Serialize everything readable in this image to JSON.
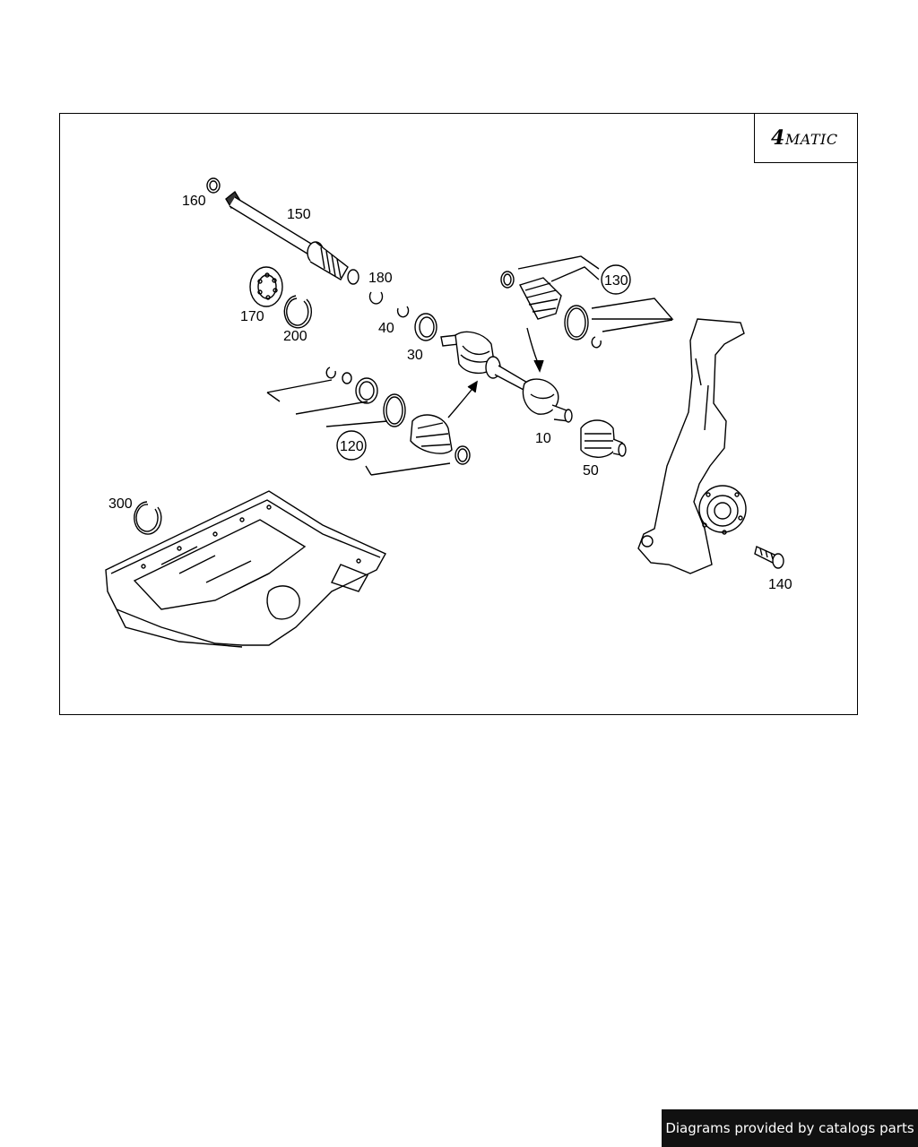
{
  "badge": {
    "number": "4",
    "text": "MATIC"
  },
  "callouts": {
    "c160": "160",
    "c150": "150",
    "c180": "180",
    "c170": "170",
    "c200": "200",
    "c40": "40",
    "c30": "30",
    "c130": "130",
    "c120": "120",
    "c10": "10",
    "c50": "50",
    "c300": "300",
    "c140": "140"
  },
  "footer": {
    "text": "Diagrams provided by catalogs parts"
  }
}
